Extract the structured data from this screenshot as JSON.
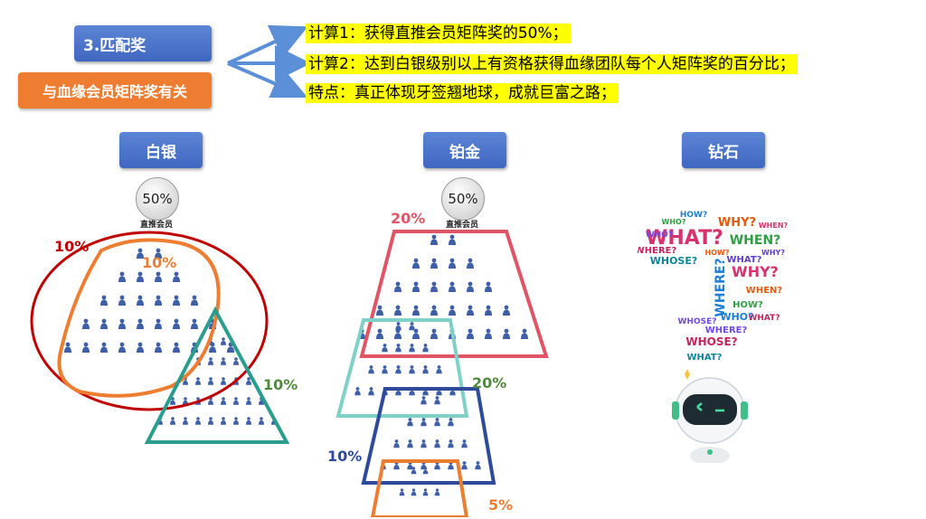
{
  "header": {
    "section_title": "3.匹配奖",
    "subtitle": "与血缘会员矩阵奖有关",
    "notes": [
      "计算1：获得直推会员矩阵奖的50%；",
      "计算2：达到白银级别以上有资格获得血缘团队每个人矩阵奖的百分比；",
      "特点：真正体现牙签翘地球，成就巨富之路；"
    ]
  },
  "levels": {
    "silver": {
      "label": "白银",
      "badge_value": "50%",
      "badge_caption": "直推会员",
      "pct_left": "10%",
      "pct_inner": "10%",
      "pct_right": "10%"
    },
    "platinum": {
      "label": "铂金",
      "badge_value": "50%",
      "badge_caption": "直推会员",
      "pct_top": "20%",
      "pct_mid": "20%",
      "pct_low": "10%",
      "pct_bottom": "5%"
    },
    "diamond": {
      "label": "钻石",
      "word_cloud": [
        "WHAT?",
        "WHY?",
        "WHEN?",
        "HOW?",
        "WHO?",
        "WHERE?",
        "WHOSE?"
      ]
    }
  },
  "colors": {
    "blue_button": "#4a72c8",
    "orange_button": "#ee7d31",
    "highlight": "#ffff00",
    "red_ellipse": "#c00000",
    "orange_outline": "#ed7d31",
    "teal_outline": "#2a9d8f",
    "pink_outline": "#e05466",
    "navy_outline": "#2e4a9a",
    "person_icon": "#3f5fa8"
  }
}
